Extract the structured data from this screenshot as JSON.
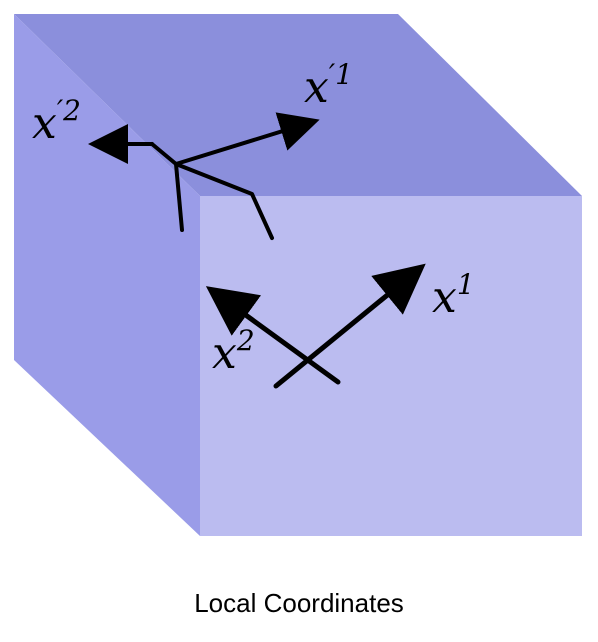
{
  "caption": "Local Coordinates",
  "labels": {
    "x2_prime": {
      "base": "x",
      "sup": "′2"
    },
    "x1_prime": {
      "base": "x",
      "sup": "′1"
    },
    "x1": {
      "base": "x",
      "sup": "1"
    },
    "x2": {
      "base": "x",
      "sup": "2"
    }
  },
  "colors": {
    "top_face": "#8b8fdc",
    "left_face": "#9a9ce8",
    "front_face": "#bbbcf0",
    "line": "#000000"
  }
}
